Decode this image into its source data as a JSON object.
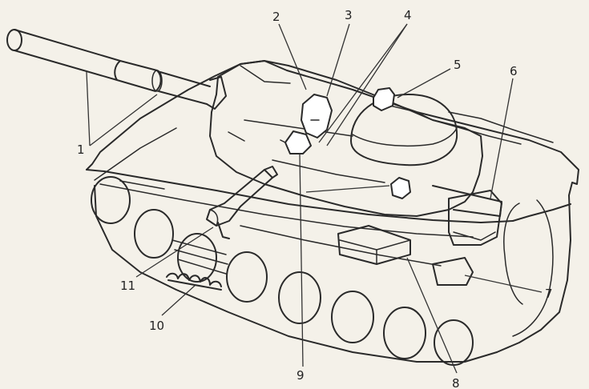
{
  "figure": {
    "callouts": [
      {
        "id": "1",
        "text": "1"
      },
      {
        "id": "2",
        "text": "2"
      },
      {
        "id": "3",
        "text": "3"
      },
      {
        "id": "4",
        "text": "4"
      },
      {
        "id": "5",
        "text": "5"
      },
      {
        "id": "6",
        "text": "6"
      },
      {
        "id": "7",
        "text": "7"
      },
      {
        "id": "8",
        "text": "8"
      },
      {
        "id": "9",
        "text": "9"
      },
      {
        "id": "10",
        "text": "10"
      },
      {
        "id": "11",
        "text": "11"
      }
    ],
    "colors": {
      "ink": "#2a2a2a",
      "paper": "#f4f1e9"
    }
  }
}
